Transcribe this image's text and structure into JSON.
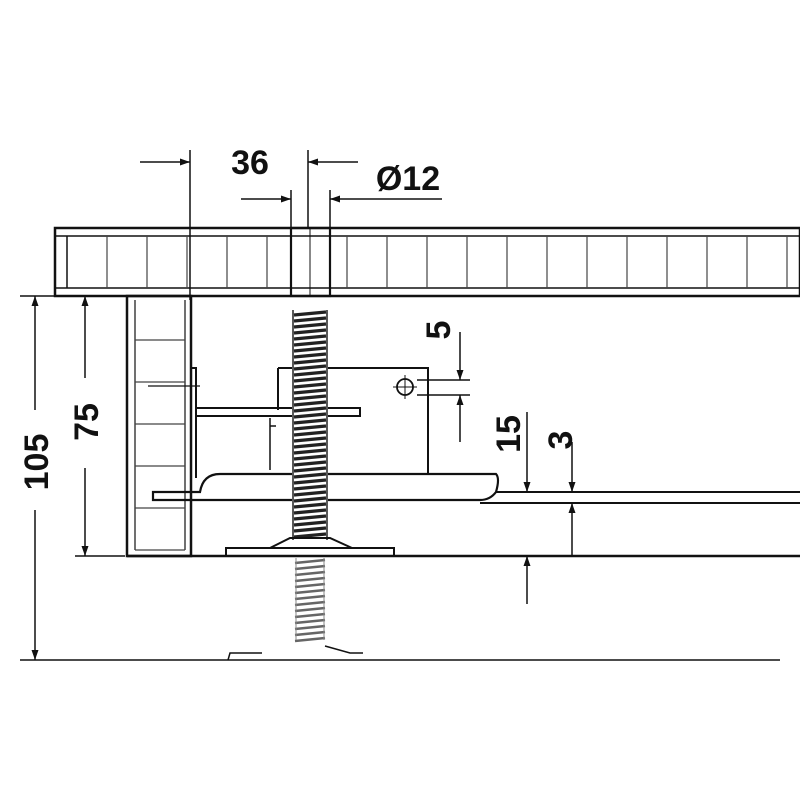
{
  "figure": {
    "type": "technical-drawing",
    "subject": "cabinet leveling foot assembly, side section",
    "line_color": "#1a1a1a",
    "fill_color": "#ffffff",
    "hatch_color": "#555555"
  },
  "dimensions": {
    "d_36": "36",
    "d_phi12": "Ø12",
    "d_5": "5",
    "d_15": "15",
    "d_3": "3",
    "d_105": "105",
    "d_75": "75"
  }
}
